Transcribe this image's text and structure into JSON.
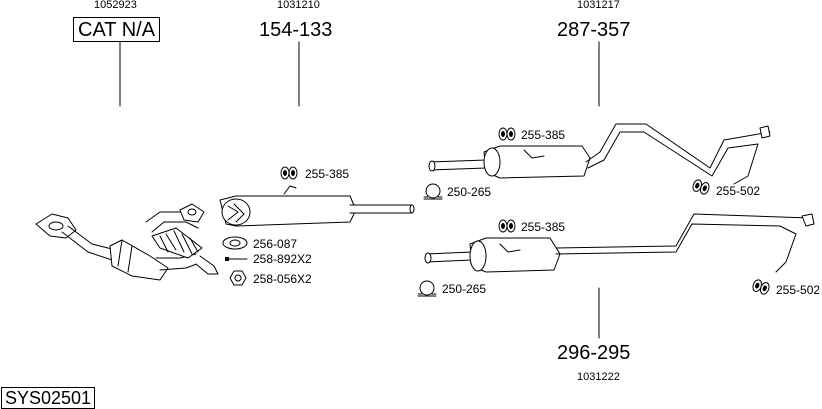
{
  "sys_label": "SYS02501",
  "groups": [
    {
      "article": "1052923",
      "code": "CAT N/A"
    },
    {
      "article": "1031210",
      "code": "154-133"
    },
    {
      "article": "1031217",
      "code": "287-357"
    },
    {
      "article": "1031222",
      "code": "296-295"
    }
  ],
  "parts": {
    "front_gasket": "256-087",
    "front_bolt": "258-892X2",
    "front_nut": "258-056X2",
    "middle_rubber": "255-385",
    "rear_upper_clamp": "250-265",
    "rear_upper_rubber": "255-385",
    "rear_upper_tail_rubber": "255-502",
    "rear_lower_clamp": "250-265",
    "rear_lower_rubber": "255-385",
    "rear_lower_tail_rubber": "255-502"
  },
  "icons": {
    "rubber_mount": "rubber-mount-icon",
    "clamp": "clamp-icon",
    "gasket": "gasket-icon",
    "bolt": "bolt-icon",
    "nut": "nut-icon"
  }
}
